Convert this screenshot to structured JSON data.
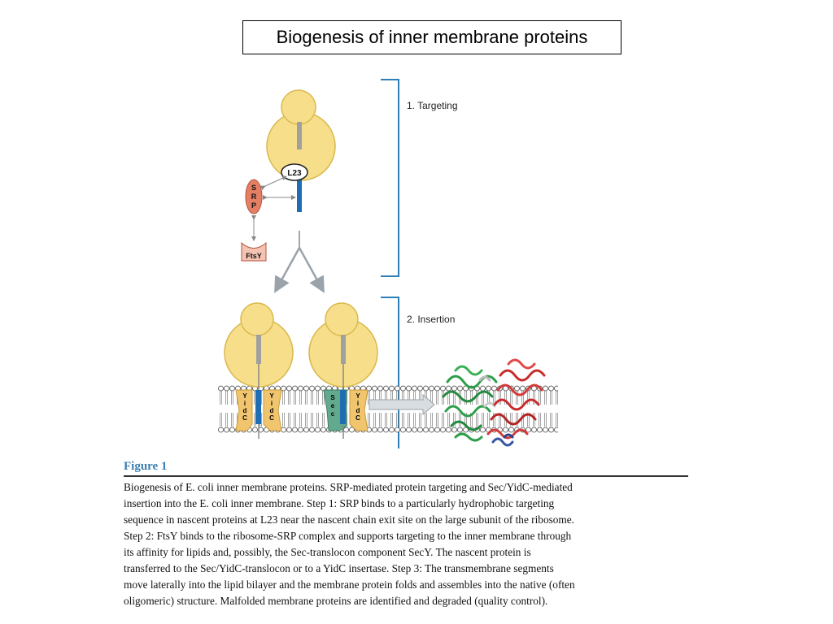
{
  "title": "Biogenesis of inner membrane proteins",
  "steps": {
    "targeting": "1. Targeting",
    "insertion": "2. Insertion"
  },
  "labels": {
    "l23": "L23",
    "srp": [
      "S",
      "R",
      "P"
    ],
    "ftsy": "FtsY",
    "yidc": [
      "Y",
      "i",
      "d",
      "C"
    ],
    "sec": [
      "S",
      "e",
      "c"
    ]
  },
  "colors": {
    "ribosome": "#f7de8a",
    "ribosome_stroke": "#d9b94d",
    "nascent_chain": "#1f6eb3",
    "srp": "#e57f64",
    "ftsy": "#f4c3b2",
    "yidc": "#f0c56e",
    "sec": "#63a98e",
    "bracket": "#2d7fb8",
    "arrow": "#9aa2aa",
    "figure_label": "#3a7fb0"
  },
  "figure": {
    "label": "Figure 1",
    "caption_lines": [
      "Biogenesis of E. coli inner membrane proteins. SRP-mediated protein targeting and Sec/YidC-mediated",
      "insertion into the E. coli inner membrane. Step 1: SRP binds to a particularly hydrophobic targeting",
      "sequence in nascent proteins at L23 near the nascent chain exit site on the large subunit of the ribosome.",
      "Step 2: FtsY binds to the ribosome-SRP complex and supports targeting to the inner membrane through",
      "its affinity for lipids and, possibly, the Sec-translocon component SecY. The nascent protein is",
      "transferred to the Sec/YidC-translocon or to a YidC insertase. Step 3: The transmembrane segments",
      "move laterally into the lipid bilayer and the membrane protein folds and assembles into the native (often",
      "oligomeric) structure. Malfolded membrane proteins are identified and degraded (quality control)."
    ]
  }
}
